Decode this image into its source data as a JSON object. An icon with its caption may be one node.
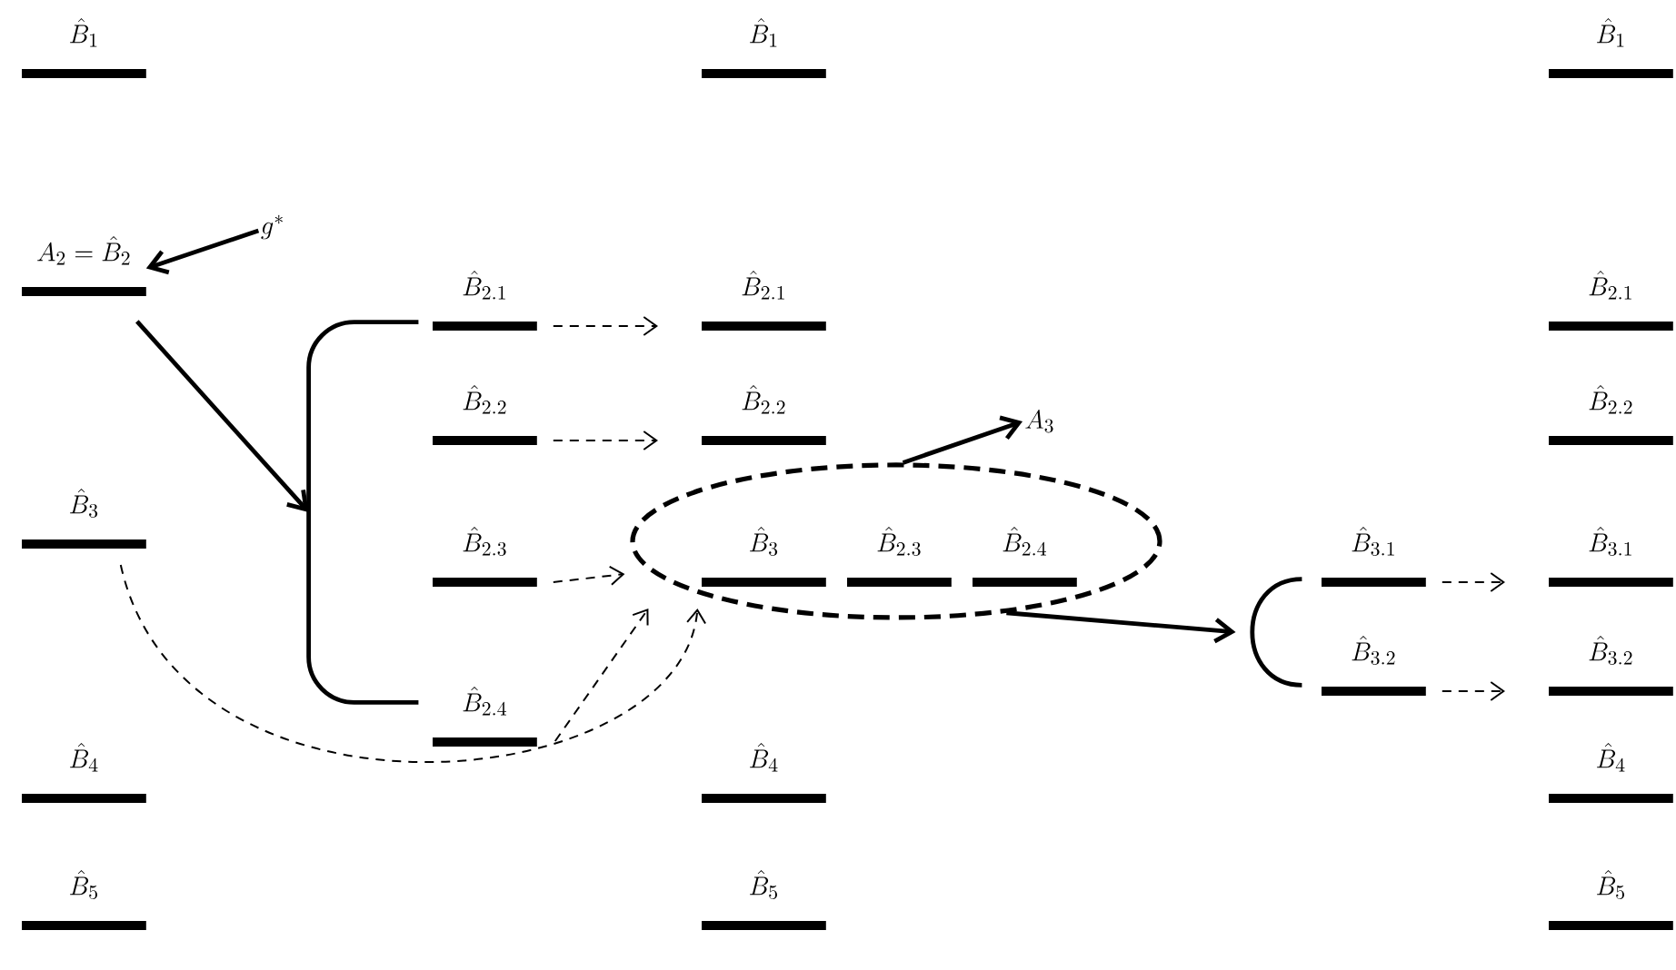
{
  "diagram": {
    "nodes": [
      {
        "text": [
          "\\hat{B}_{1}"
        ]
      },
      {
        "text": [
          "\\hat{B}_{1}"
        ]
      },
      {
        "text": [
          "\\hat{B}_{1}"
        ]
      },
      {
        "text": [
          "g^{*}"
        ]
      },
      {
        "text": [
          "A_{2}=\\hat{B}_{2}"
        ]
      },
      {
        "text": [
          "\\hat{B}_{2.1}"
        ]
      },
      {
        "text": [
          "\\hat{B}_{2.1}"
        ]
      },
      {
        "text": [
          "\\hat{B}_{2.1}"
        ]
      },
      {
        "text": [
          "\\hat{B}_{2.2}"
        ]
      },
      {
        "text": [
          "A_{3}"
        ]
      },
      {
        "text": [
          "\\hat{B}_{2.2}"
        ]
      },
      {
        "text": [
          "\\hat{B}_{2.2}"
        ]
      },
      {
        "text": [
          "\\hat{B}_{3}"
        ]
      },
      {
        "text": [],
        "shape": "bracket"
      },
      {
        "text": [
          "\\hat{B}_{2.3}"
        ]
      },
      {
        "text": [],
        "shape": "ellipse"
      },
      {
        "text": [
          "\\hat{B}_{3}"
        ],
        "in": 15
      },
      {
        "text": [
          "\\hat{B}_{2.3}"
        ],
        "in": 15
      },
      {
        "text": [
          "\\hat{B}_{2.4}"
        ],
        "in": 15
      },
      {
        "text": [
          "\\hat{B}_{3.1}"
        ]
      },
      {
        "text": [],
        "shape": "bracket"
      },
      {
        "text": [
          "\\hat{B}_{3.1}"
        ]
      },
      {
        "text": [
          "\\hat{B}_{3.2}"
        ]
      },
      {
        "text": [
          "\\hat{B}_{3.2}"
        ]
      },
      {
        "text": [
          "\\hat{B}_{2.4}"
        ]
      },
      {
        "text": [
          "\\hat{B}_{4}"
        ]
      },
      {
        "text": [
          "\\hat{B}_{4}"
        ]
      },
      {
        "text": [
          "\\hat{B}_{4}"
        ]
      },
      {
        "text": [
          "\\hat{B}_{5}"
        ]
      },
      {
        "text": [
          "\\hat{B}_{5}"
        ]
      },
      {
        "text": [
          "\\hat{B}_{5}"
        ]
      }
    ],
    "edges": [
      {
        "from": 3,
        "to": 4,
        "arrow": "to"
      },
      {
        "from": 4,
        "to": 13,
        "arrow": "to"
      },
      {
        "from": 5,
        "to": 6,
        "arrow": "to",
        "style": "dashed"
      },
      {
        "from": 8,
        "to": 10,
        "arrow": "to",
        "style": "dashed"
      },
      {
        "from": 14,
        "to": 15,
        "arrow": "to",
        "style": "dashed"
      },
      {
        "from": 24,
        "to": 15,
        "arrow": "to",
        "style": "dashed"
      },
      {
        "from": 12,
        "to": 15,
        "arrow": "to",
        "style": "dashed"
      },
      {
        "from": 15,
        "to": 9,
        "arrow": "to"
      },
      {
        "from": 15,
        "to": 20,
        "arrow": "to"
      },
      {
        "from": 21,
        "to": 19,
        "arrow": "to",
        "style": "dashed"
      },
      {
        "from": 22,
        "to": 23,
        "arrow": "to",
        "style": "dashed"
      }
    ]
  }
}
